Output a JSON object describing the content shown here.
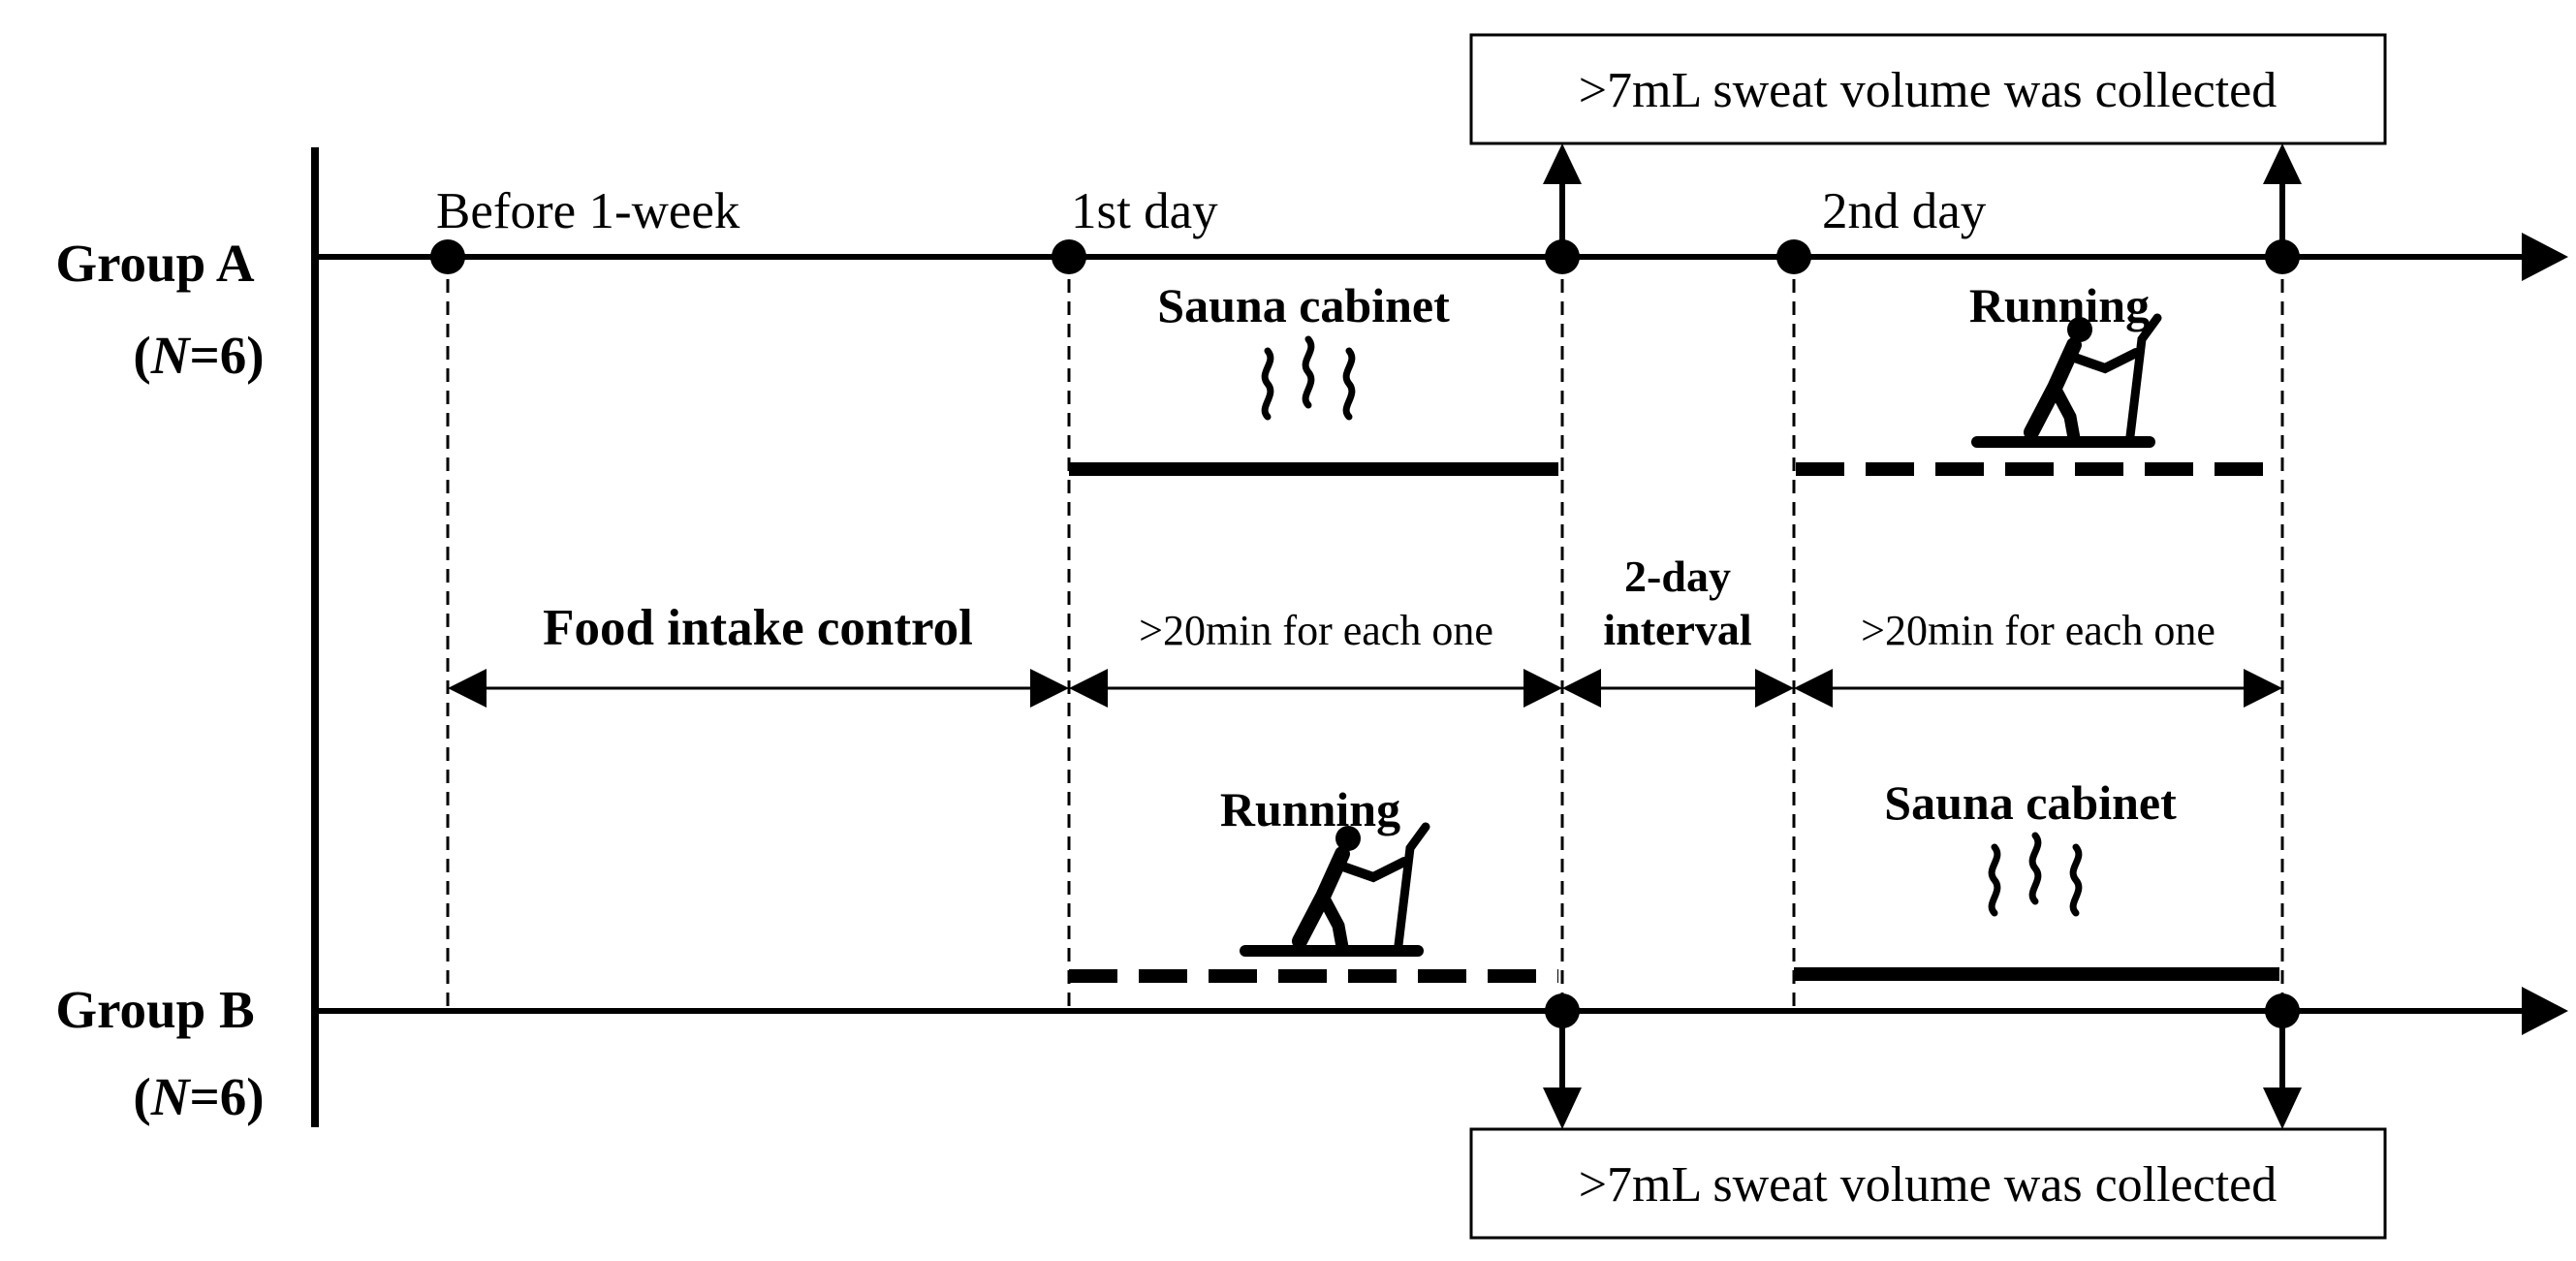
{
  "groups": {
    "a": {
      "label": "Group A",
      "n_prefix": "(",
      "n_symbol": "N",
      "n_suffix": "=6)"
    },
    "b": {
      "label": "Group B",
      "n_prefix": "(",
      "n_symbol": "N",
      "n_suffix": "=6)"
    }
  },
  "timepoints": {
    "before": "Before 1-week",
    "day1": "1st day",
    "day2": "2nd day"
  },
  "collection": {
    "top": ">7mL sweat volume was collected",
    "bottom": ">7mL sweat volume was collected"
  },
  "activities": {
    "a_day1": "Sauna cabinet",
    "a_day2": "Running",
    "b_day1": "Running",
    "b_day2": "Sauna cabinet"
  },
  "intervals": {
    "food": "Food intake control",
    "duration1": ">20min for each one",
    "gap_line1": "2-day",
    "gap_line2": "interval",
    "duration2": ">20min for each one"
  },
  "icons": {
    "heat": "heat-waves-icon",
    "treadmill": "treadmill-runner-icon"
  },
  "colors": {
    "ink": "#000000",
    "background": "#ffffff"
  }
}
